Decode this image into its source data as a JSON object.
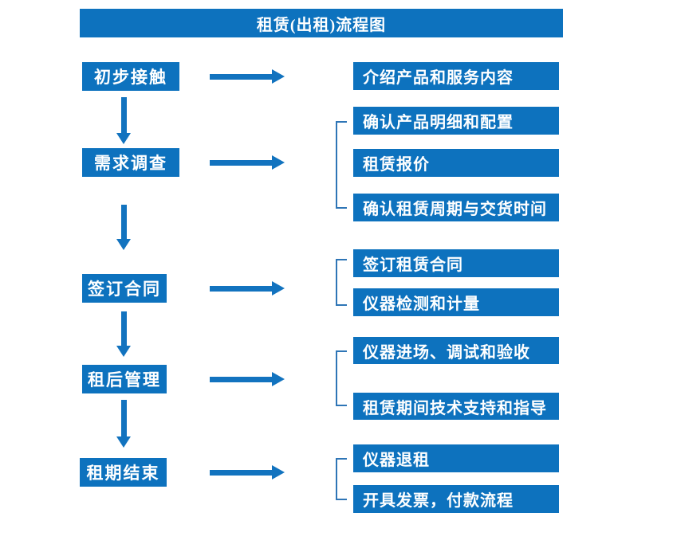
{
  "title": "租赁(出租)流程图",
  "palette": {
    "box_blue": "#0d72be",
    "arrow_blue": "#1273bf",
    "bracket_blue": "#2e75b6",
    "text_white": "#ffffff",
    "background": "#ffffff"
  },
  "steps": [
    {
      "label": "初步接触",
      "details": [
        "介绍产品和服务内容"
      ]
    },
    {
      "label": "需求调查",
      "details": [
        "确认产品明细和配置",
        "租赁报价",
        "确认租赁周期与交货时间"
      ]
    },
    {
      "label": "签订合同",
      "details": [
        "签订租赁合同",
        "仪器检测和计量"
      ]
    },
    {
      "label": "租后管理",
      "details": [
        "仪器进场、调试和验收",
        "租赁期间技术支持和指导"
      ]
    },
    {
      "label": "租期结束",
      "details": [
        "仪器退租",
        "开具发票，付款流程"
      ]
    }
  ]
}
